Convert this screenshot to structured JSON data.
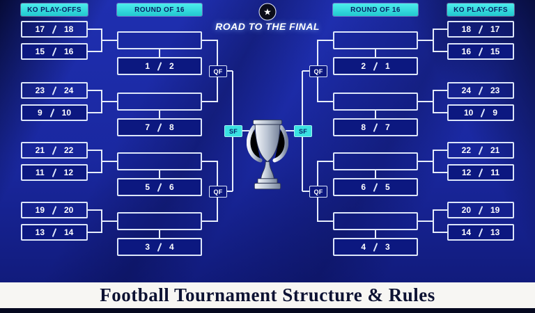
{
  "page": {
    "banner": "Football Tournament Structure & Rules"
  },
  "header": {
    "ko_playoffs_left": "KO PLAY-OFFS",
    "round16_left": "ROUND OF 16",
    "round16_right": "ROUND OF 16",
    "ko_playoffs_right": "KO PLAY-OFFS"
  },
  "center": {
    "title": "ROAD TO THE FINAL",
    "icons": {
      "ball": "ucl-starball-icon",
      "trophy": "ucl-trophy-icon"
    }
  },
  "labels": {
    "qf": "QF",
    "sf": "SF"
  },
  "bracket": {
    "left_playoffs": [
      {
        "a": "17",
        "b": "18"
      },
      {
        "a": "15",
        "b": "16"
      },
      {
        "a": "23",
        "b": "24"
      },
      {
        "a": "9",
        "b": "10"
      },
      {
        "a": "21",
        "b": "22"
      },
      {
        "a": "11",
        "b": "12"
      },
      {
        "a": "19",
        "b": "20"
      },
      {
        "a": "13",
        "b": "14"
      }
    ],
    "left_round16": [
      {
        "a": "1",
        "b": "2"
      },
      {
        "a": "7",
        "b": "8"
      },
      {
        "a": "5",
        "b": "6"
      },
      {
        "a": "3",
        "b": "4"
      }
    ],
    "right_round16": [
      {
        "a": "2",
        "b": "1"
      },
      {
        "a": "8",
        "b": "7"
      },
      {
        "a": "6",
        "b": "5"
      },
      {
        "a": "4",
        "b": "3"
      }
    ],
    "right_playoffs": [
      {
        "a": "18",
        "b": "17"
      },
      {
        "a": "16",
        "b": "15"
      },
      {
        "a": "24",
        "b": "23"
      },
      {
        "a": "10",
        "b": "9"
      },
      {
        "a": "22",
        "b": "21"
      },
      {
        "a": "12",
        "b": "11"
      },
      {
        "a": "20",
        "b": "19"
      },
      {
        "a": "14",
        "b": "13"
      }
    ]
  },
  "colors": {
    "background_blue": "#1c2ba6",
    "accent_cyan": "#3ae2e2",
    "box_navy": "#0c1880",
    "line_white": "#dde6fa",
    "banner_bg": "#f7f6f3",
    "banner_text": "#0d1233"
  }
}
